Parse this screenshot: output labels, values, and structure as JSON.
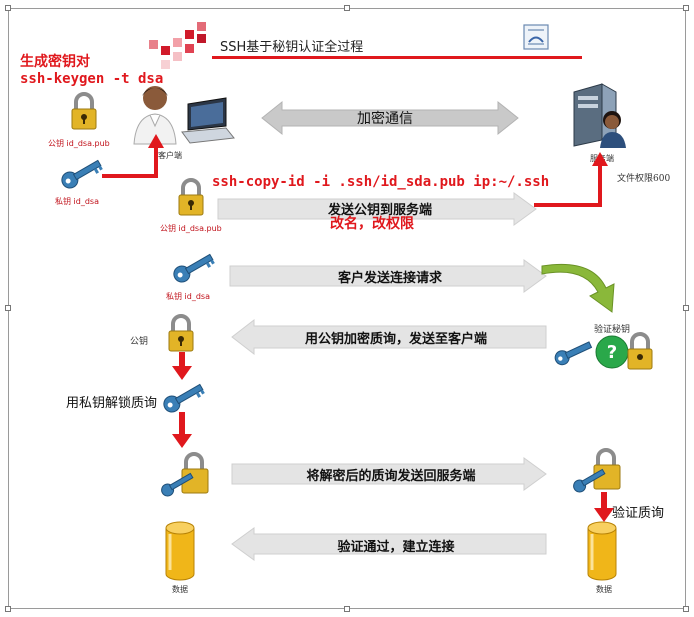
{
  "title": "SSH基于秘钥认证全过程",
  "keygen": {
    "heading": "生成密钥对",
    "command": "ssh-keygen -t dsa"
  },
  "client": {
    "label": "客户端",
    "public_key_caption": "公钥  id_dsa.pub",
    "private_key_caption": "私钥  id_dsa"
  },
  "server": {
    "label": "服务端",
    "file_perm": "文件权限600"
  },
  "encrypted_comm": "加密通信",
  "copy_step": {
    "command": "ssh-copy-id -i .ssh/id_sda.pub ip:~/.ssh",
    "caption": "公钥  id_dsa.pub",
    "arrow_label": "发送公钥到服务端",
    "note": "改名，改权限"
  },
  "request_step": {
    "caption": "私钥  id_dsa",
    "arrow_label": "客户发送连接请求"
  },
  "verify_key": {
    "label": "验证秘钥"
  },
  "challenge_step": {
    "caption": "公钥",
    "arrow_label": "用公钥加密质询，发送至客户端"
  },
  "unlock_step": {
    "label": "用私钥解锁质询"
  },
  "return_step": {
    "arrow_label": "将解密后的质询发送回服务端"
  },
  "verify_challenge": {
    "label": "验证质询"
  },
  "connect_step": {
    "arrow_label": "验证通过，建立连接"
  },
  "data": {
    "left_label": "数据",
    "right_label": "数据"
  },
  "colors": {
    "accent_red": "#e0181d",
    "arrow_gray": "#c9c9c9",
    "key_blue": "#3a7fb6",
    "lock_gold": "#e2b427",
    "db_gold": "#f0b619"
  }
}
